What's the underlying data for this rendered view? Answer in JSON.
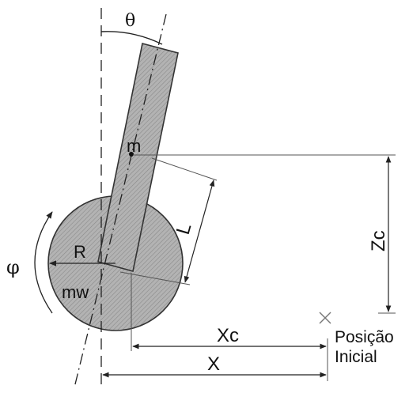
{
  "labels": {
    "theta": "θ",
    "phi": "φ",
    "m": "m",
    "L": "L",
    "R": "R",
    "mw": "mw",
    "Zc": "Zc",
    "Xc": "Xc",
    "X": "X",
    "initial_line1": "Posição",
    "initial_line2": "Inicial"
  },
  "colors": {
    "body_fill": "#ababab",
    "line": "#222222",
    "text": "#111111"
  }
}
